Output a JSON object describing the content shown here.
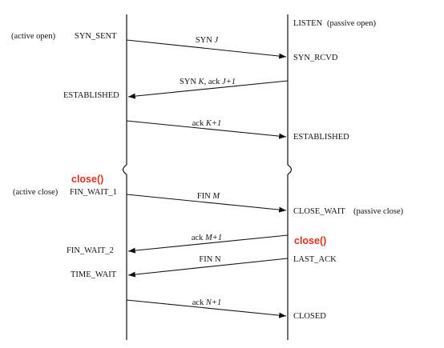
{
  "diagram": {
    "colors": {
      "line": "#111111",
      "accent": "#e0301e"
    },
    "client_states": {
      "syn_sent": "SYN_SENT",
      "active_open": "(active open)",
      "established": "ESTABLISHED",
      "fin_wait_1": "FIN_WAIT_1",
      "active_close": "(active close)",
      "fin_wait_2": "FIN_WAIT_2",
      "time_wait": "TIME_WAIT"
    },
    "server_states": {
      "listen": "LISTEN",
      "passive_open": "(passive open)",
      "syn_rcvd": "SYN_RCVD",
      "established": "ESTABLISHED",
      "close_wait": "CLOSE_WAIT",
      "passive_close": "(passive close)",
      "last_ack": "LAST_ACK",
      "closed": "CLOSED"
    },
    "calls": {
      "client_close": "close()",
      "server_close": "close()"
    },
    "messages": {
      "syn": {
        "name": "SYN",
        "arg": "J"
      },
      "syn_ack": {
        "name": "SYN",
        "arg": "K",
        "mid": ", ack",
        "arg2": "J+1"
      },
      "ack1": {
        "name": "ack",
        "arg": "K+1"
      },
      "fin_m": {
        "name": "FIN",
        "arg": "M"
      },
      "ack_m": {
        "name": "ack",
        "arg": "M+1"
      },
      "fin_n": {
        "name": "FIN",
        "arg": "N"
      },
      "ack_n": {
        "name": "ack",
        "arg": "N+1"
      }
    }
  }
}
